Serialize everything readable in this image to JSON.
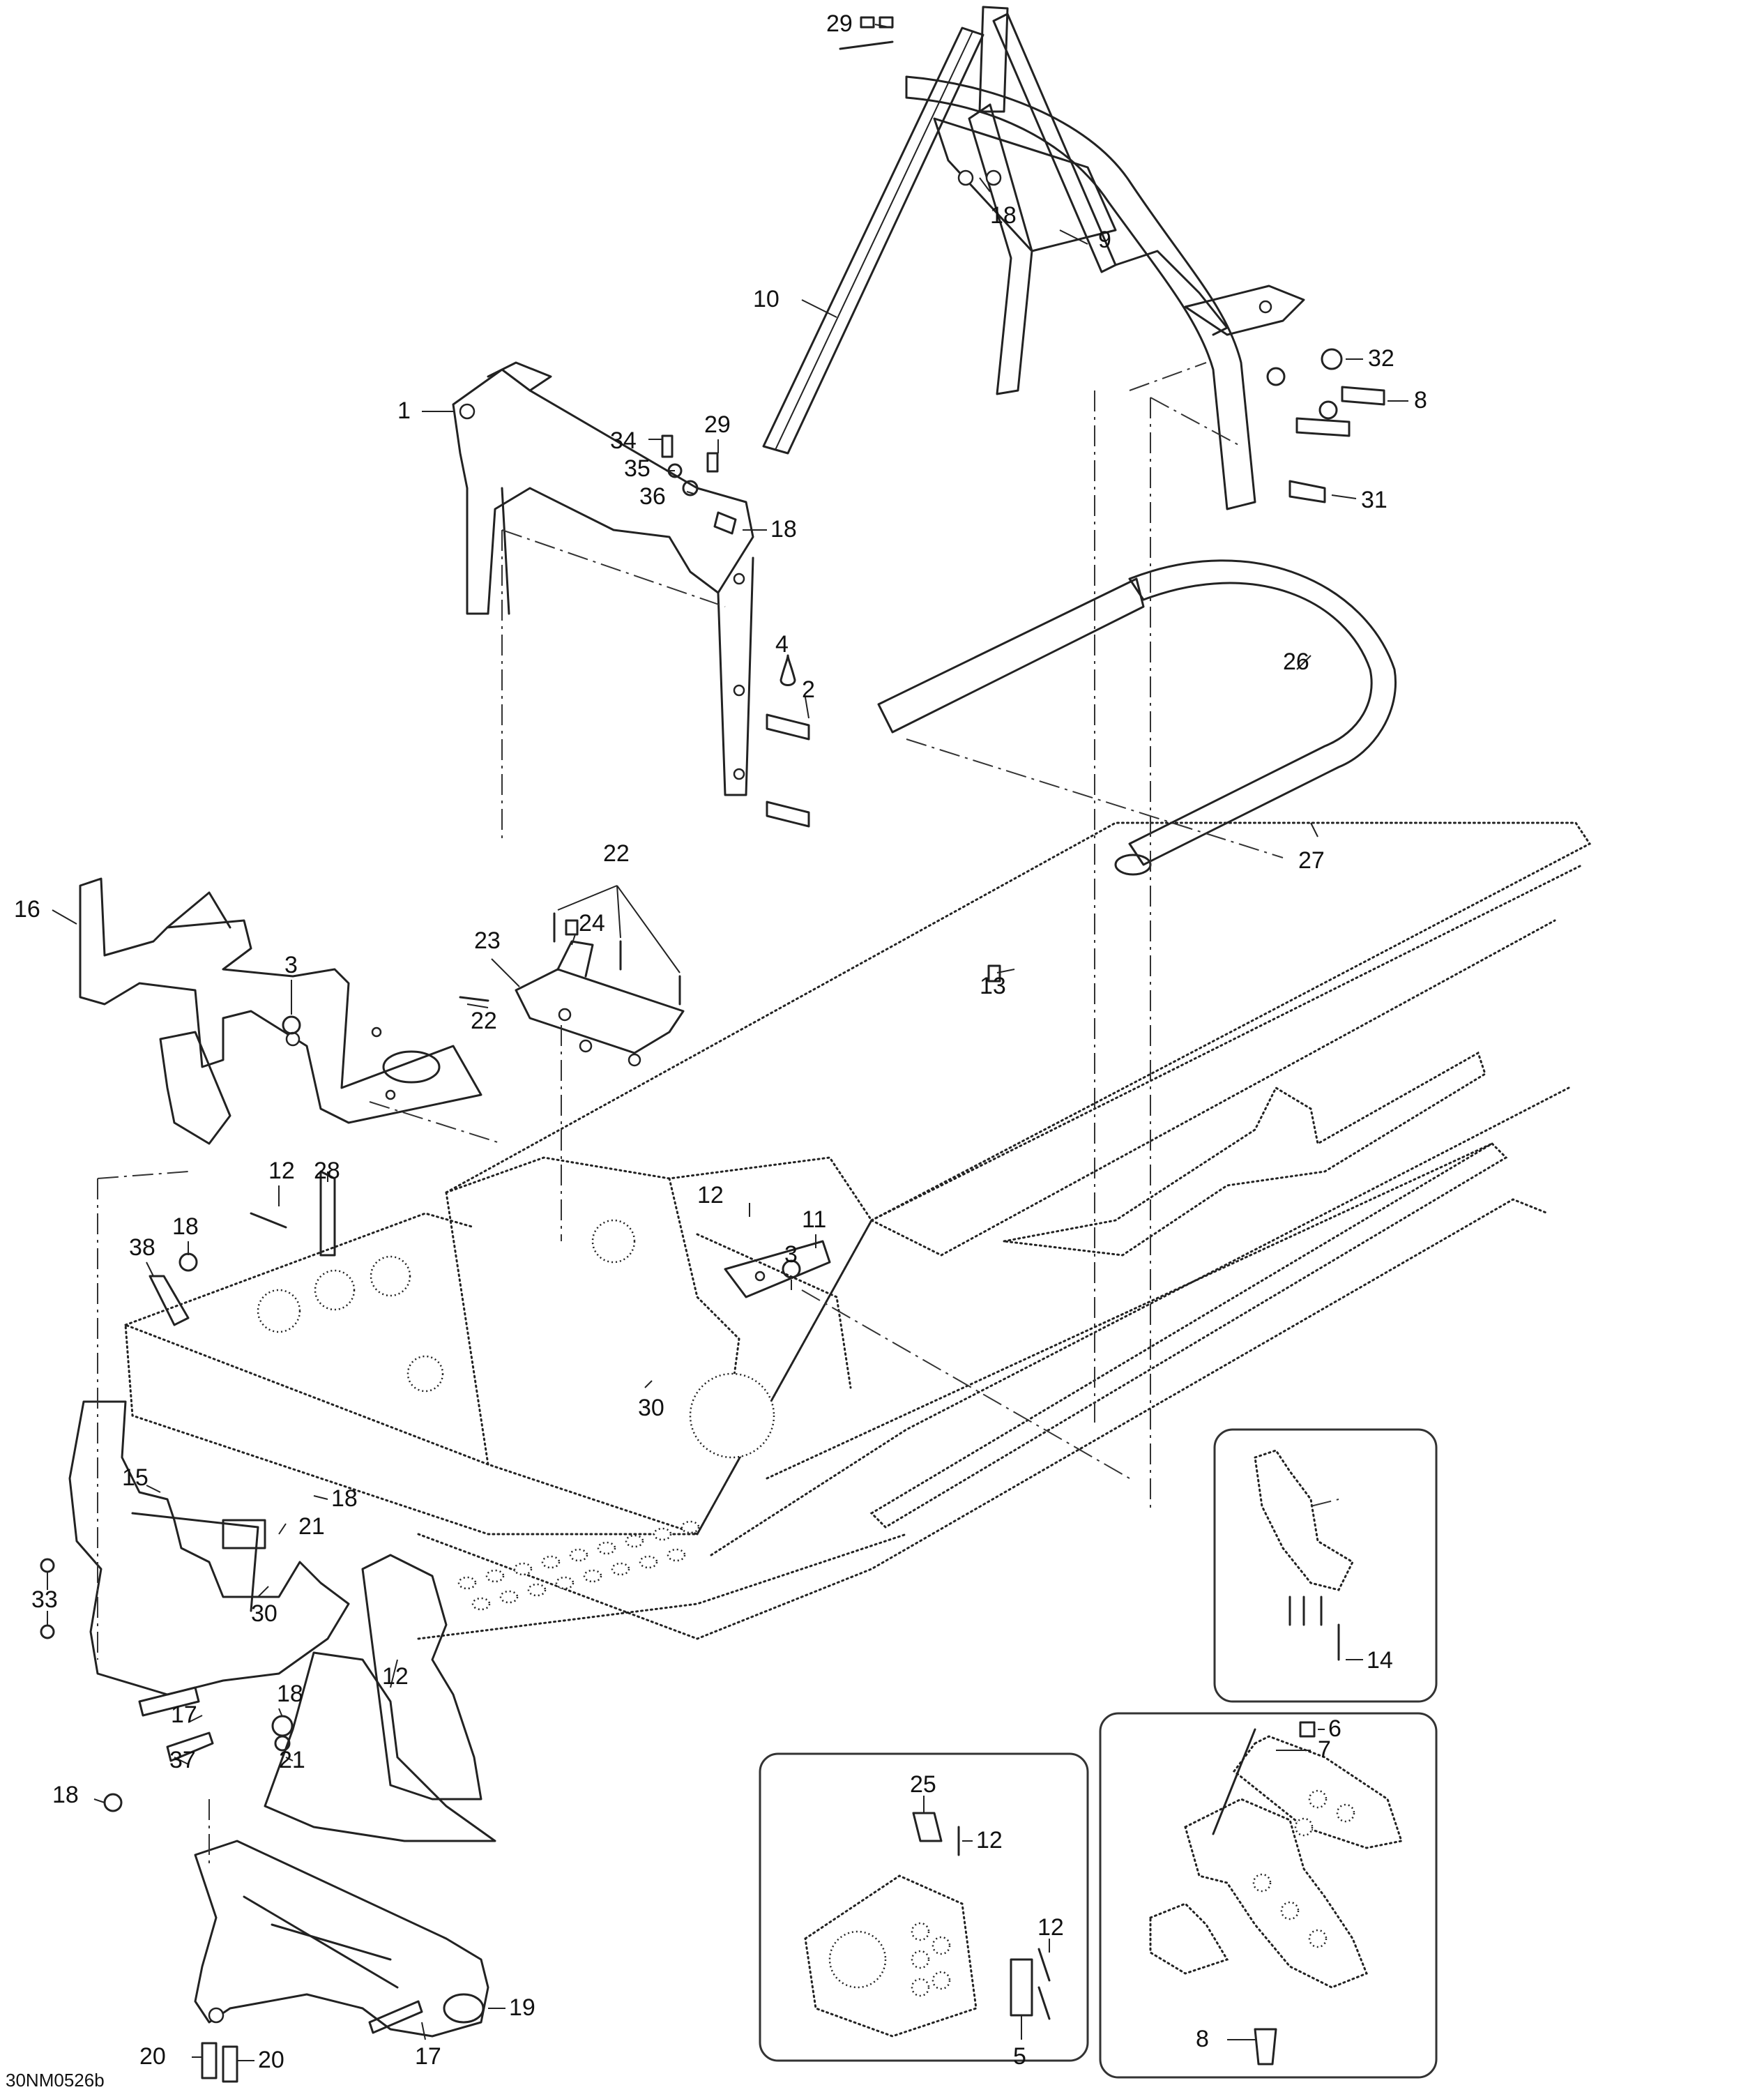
{
  "drawing": {
    "code": "30NM0526b",
    "line_color": "#222222",
    "callouts": [
      {
        "id": "c29a",
        "label": "29"
      },
      {
        "id": "c18a",
        "label": "18"
      },
      {
        "id": "c9",
        "label": "9"
      },
      {
        "id": "c10",
        "label": "10"
      },
      {
        "id": "c32",
        "label": "32"
      },
      {
        "id": "c8a",
        "label": "8"
      },
      {
        "id": "c31",
        "label": "31"
      },
      {
        "id": "c1",
        "label": "1"
      },
      {
        "id": "c34",
        "label": "34"
      },
      {
        "id": "c29b",
        "label": "29"
      },
      {
        "id": "c35",
        "label": "35"
      },
      {
        "id": "c36",
        "label": "36"
      },
      {
        "id": "c18b",
        "label": "18"
      },
      {
        "id": "c4",
        "label": "4"
      },
      {
        "id": "c2",
        "label": "2"
      },
      {
        "id": "c26",
        "label": "26"
      },
      {
        "id": "c27",
        "label": "27"
      },
      {
        "id": "c22a",
        "label": "22"
      },
      {
        "id": "c16",
        "label": "16"
      },
      {
        "id": "c23",
        "label": "23"
      },
      {
        "id": "c24",
        "label": "24"
      },
      {
        "id": "c3a",
        "label": "3"
      },
      {
        "id": "c22b",
        "label": "22"
      },
      {
        "id": "c13",
        "label": "13"
      },
      {
        "id": "c12a",
        "label": "12"
      },
      {
        "id": "c28",
        "label": "28"
      },
      {
        "id": "c18c",
        "label": "18"
      },
      {
        "id": "c38",
        "label": "38"
      },
      {
        "id": "c12b",
        "label": "12"
      },
      {
        "id": "c11",
        "label": "11"
      },
      {
        "id": "c3b",
        "label": "3"
      },
      {
        "id": "c30a",
        "label": "30"
      },
      {
        "id": "c15",
        "label": "15"
      },
      {
        "id": "c18d",
        "label": "18"
      },
      {
        "id": "c21a",
        "label": "21"
      },
      {
        "id": "c14",
        "label": "14"
      },
      {
        "id": "c33",
        "label": "33"
      },
      {
        "id": "c30b",
        "label": "30"
      },
      {
        "id": "c17a",
        "label": "17"
      },
      {
        "id": "c18e",
        "label": "18"
      },
      {
        "id": "c12c",
        "label": "12"
      },
      {
        "id": "c6",
        "label": "6"
      },
      {
        "id": "c7",
        "label": "7"
      },
      {
        "id": "c37",
        "label": "37"
      },
      {
        "id": "c21b",
        "label": "21"
      },
      {
        "id": "c18f",
        "label": "18"
      },
      {
        "id": "c25",
        "label": "25"
      },
      {
        "id": "c12d",
        "label": "12"
      },
      {
        "id": "c12e",
        "label": "12"
      },
      {
        "id": "c19",
        "label": "19"
      },
      {
        "id": "c20a",
        "label": "20"
      },
      {
        "id": "c20b",
        "label": "20"
      },
      {
        "id": "c17b",
        "label": "17"
      },
      {
        "id": "c5",
        "label": "5"
      },
      {
        "id": "c8b",
        "label": "8"
      }
    ]
  }
}
